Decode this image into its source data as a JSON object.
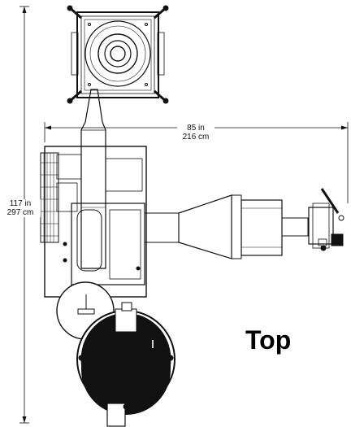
{
  "dimensions": {
    "width_in": "85 in",
    "width_cm": "216 cm",
    "height_in": "117 in",
    "height_cm": "297 cm"
  },
  "view_label": "Top"
}
